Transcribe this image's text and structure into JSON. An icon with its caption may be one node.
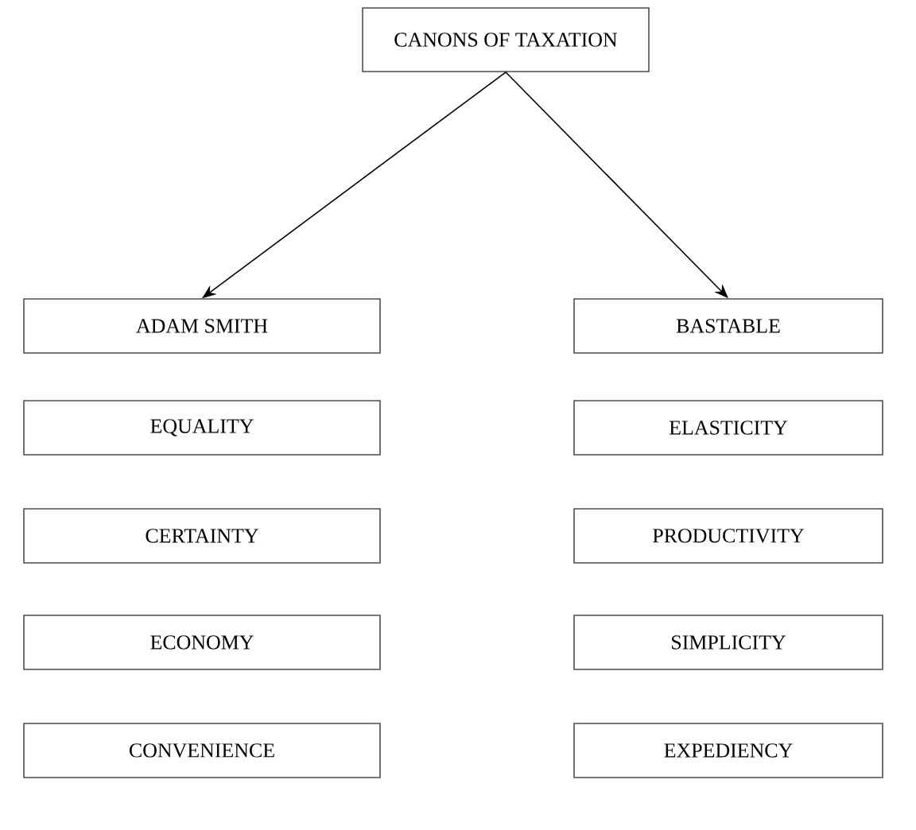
{
  "diagram": {
    "nodes": [
      {
        "text": [
          "CANONS OF TAXATION"
        ]
      },
      {
        "text": [
          "ADAM SMITH"
        ]
      },
      {
        "text": [
          "BASTABLE"
        ]
      },
      {
        "text": [
          "EQUALITY"
        ]
      },
      {
        "text": [
          "ELASTICITY"
        ]
      },
      {
        "text": [
          "CERTAINTY"
        ]
      },
      {
        "text": [
          "PRODUCTIVITY"
        ]
      },
      {
        "text": [
          "ECONOMY"
        ]
      },
      {
        "text": [
          "SIMPLICITY"
        ]
      },
      {
        "text": [
          "CONVENIENCE"
        ]
      },
      {
        "text": [
          "EXPEDIENCY"
        ]
      }
    ],
    "edges": [
      {
        "from": 0,
        "to": 1,
        "arrow": "to"
      },
      {
        "from": 0,
        "to": 2,
        "arrow": "to"
      }
    ]
  }
}
